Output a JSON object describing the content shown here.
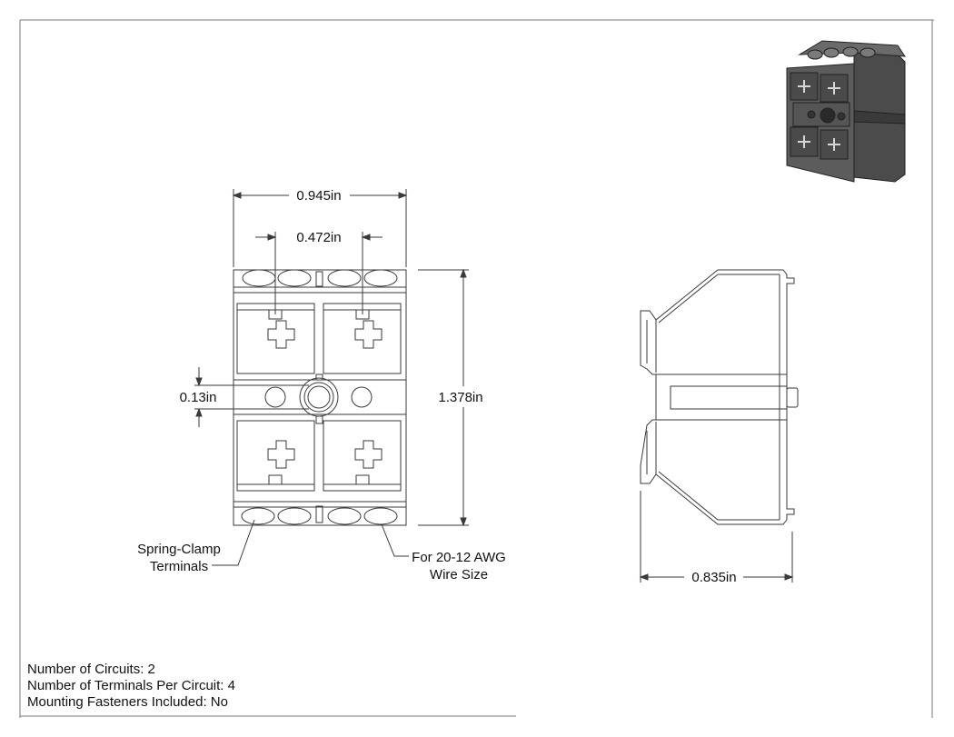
{
  "dimensions": {
    "overall_width": "0.945in",
    "screw_spacing": "0.472in",
    "height": "1.378in",
    "hole_offset": "0.13in",
    "depth": "0.835in"
  },
  "callouts": {
    "left_line1": "Spring-Clamp",
    "left_line2": "Terminals",
    "right_line1": "For 20-12 AWG",
    "right_line2": "Wire Size"
  },
  "specs": [
    {
      "label": "Number of Circuits:",
      "value": "2"
    },
    {
      "label": "Number of Terminals Per Circuit:",
      "value": "4"
    },
    {
      "label": "Mounting Fasteners Included:",
      "value": "No"
    }
  ],
  "colors": {
    "line": "#3a3a3a",
    "body_iso": "#5c5c5c"
  }
}
